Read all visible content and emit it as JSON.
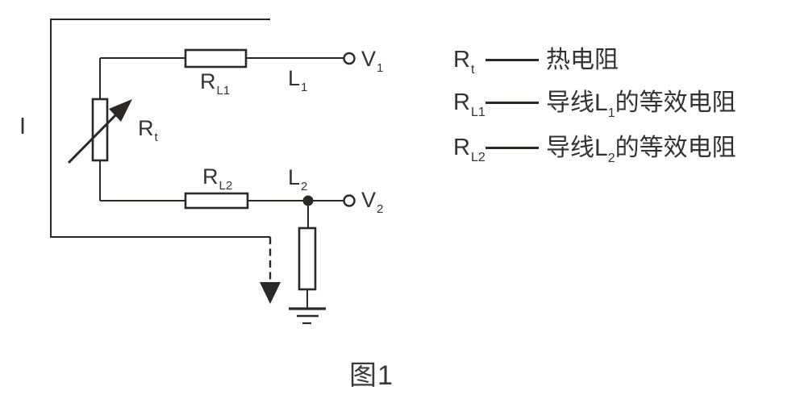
{
  "figure_caption": "图1",
  "colors": {
    "line": "#2b2825",
    "text": "#323232",
    "background": "#ffffff"
  },
  "circuit": {
    "type": "three-wire thermal-resistance measurement circuit",
    "current_label": "I",
    "thermistor_label": {
      "main": "R",
      "sub": "t"
    },
    "wire1_resistor_label": {
      "main": "R",
      "sub": "L1"
    },
    "wire2_resistor_label": {
      "main": "R",
      "sub": "L2"
    },
    "wire1_label": {
      "main": "L",
      "sub": "1"
    },
    "wire2_label": {
      "main": "L",
      "sub": "2"
    },
    "terminal1_label": {
      "main": "V",
      "sub": "1"
    },
    "terminal2_label": {
      "main": "V",
      "sub": "2"
    },
    "components": [
      {
        "id": "Rt",
        "kind": "variable-resistor (thermistor) with diagonal arrow"
      },
      {
        "id": "RL1",
        "kind": "resistor in line L1 to terminal V1"
      },
      {
        "id": "RL2",
        "kind": "resistor in line L2 to terminal V2"
      },
      {
        "id": "shunt",
        "kind": "resistor from L2 junction node to ground"
      },
      {
        "id": "loop",
        "kind": "current loop wire ending in dashed arrow (current I direction)"
      }
    ]
  },
  "legend": {
    "rows": [
      {
        "symbol": "R",
        "symbol_sub": "t",
        "desc_pre": "热电阻",
        "desc_sub": "",
        "desc_post": ""
      },
      {
        "symbol": "R",
        "symbol_sub": "L1",
        "desc_pre": "导线L",
        "desc_sub": "1",
        "desc_post": "的等效电阻"
      },
      {
        "symbol": "R",
        "symbol_sub": "L2",
        "desc_pre": "导线L",
        "desc_sub": "2",
        "desc_post": "的等效电阻"
      }
    ]
  }
}
